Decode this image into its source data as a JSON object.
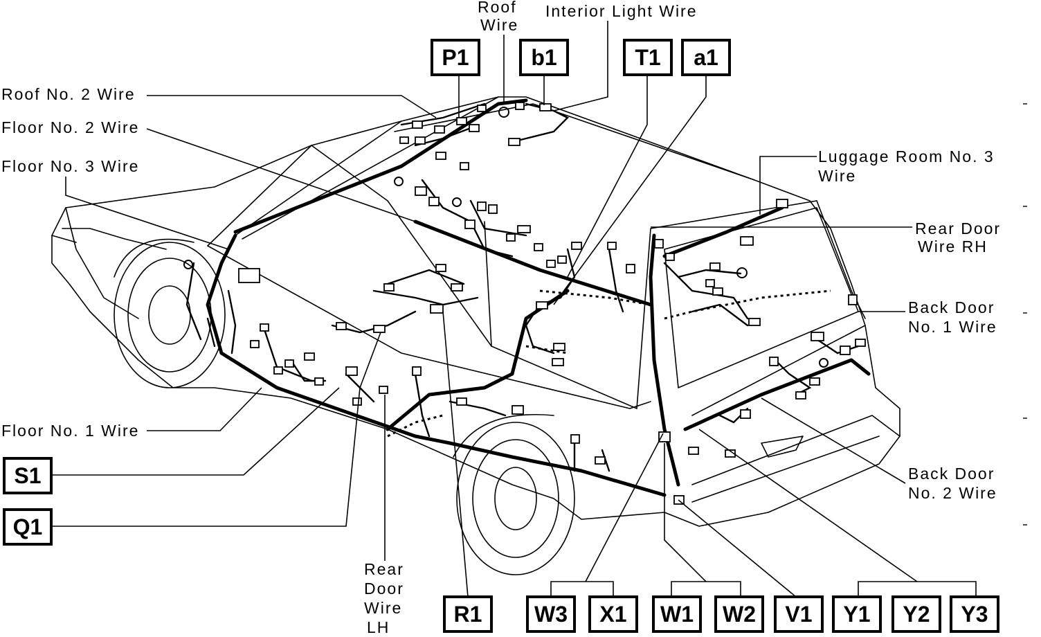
{
  "labels": {
    "roof_wire": "Roof Wire",
    "interior_light_wire": "Interior Light Wire",
    "roof_no2_wire": "Roof No. 2 Wire",
    "floor_no2_wire": "Floor No. 2 Wire",
    "floor_no3_wire": "Floor No. 3 Wire",
    "luggage_room_no3_wire": "Luggage Room No. 3 Wire",
    "rear_door_wire_rh": "Rear Door Wire RH",
    "back_door_no1_wire": "Back Door No. 1 Wire",
    "back_door_no2_wire": "Back Door No. 2 Wire",
    "floor_no1_wire": "Floor No. 1 Wire",
    "rear_door_wire_lh": "Rear Door Wire LH"
  },
  "connectors": {
    "p1": "P1",
    "b1": "b1",
    "t1": "T1",
    "a1": "a1",
    "s1": "S1",
    "q1": "Q1",
    "r1": "R1",
    "w3": "W3",
    "x1": "X1",
    "w1": "W1",
    "w2": "W2",
    "v1": "V1",
    "y1": "Y1",
    "y2": "Y2",
    "y3": "Y3"
  }
}
